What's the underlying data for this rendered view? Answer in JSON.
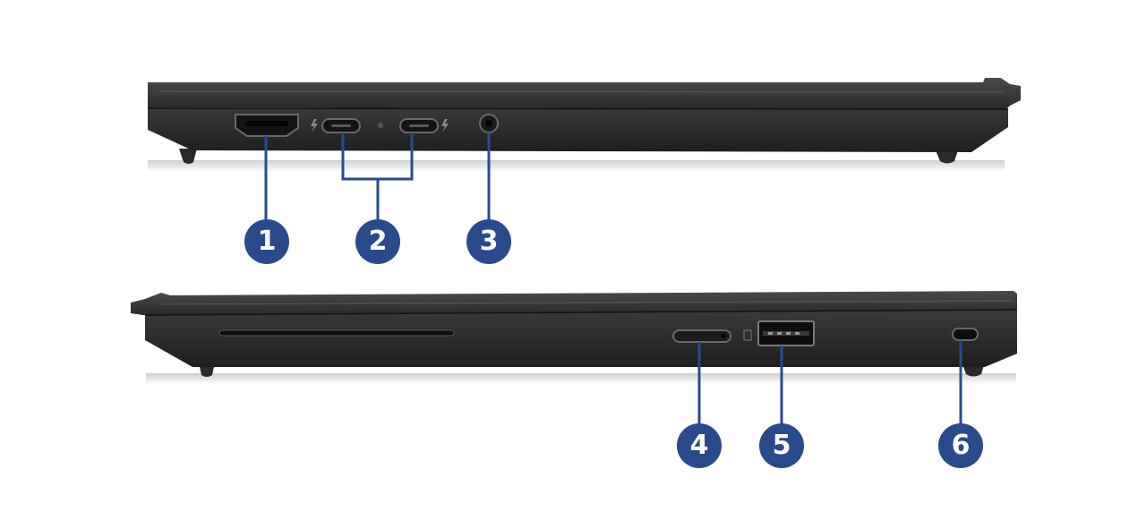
{
  "figure": {
    "callout_color": "#2a4a8e",
    "chassis_color": "#2b2b2c",
    "callouts": [
      {
        "id": 1,
        "label": "1",
        "icon": "hdmi-port"
      },
      {
        "id": 2,
        "label": "2",
        "icon": "usb-c-thunderbolt-ports"
      },
      {
        "id": 3,
        "label": "3",
        "icon": "audio-jack"
      },
      {
        "id": 4,
        "label": "4",
        "icon": "nano-sim-tray"
      },
      {
        "id": 5,
        "label": "5",
        "icon": "usb-a-port"
      },
      {
        "id": 6,
        "label": "6",
        "icon": "security-lock-slot"
      }
    ]
  }
}
